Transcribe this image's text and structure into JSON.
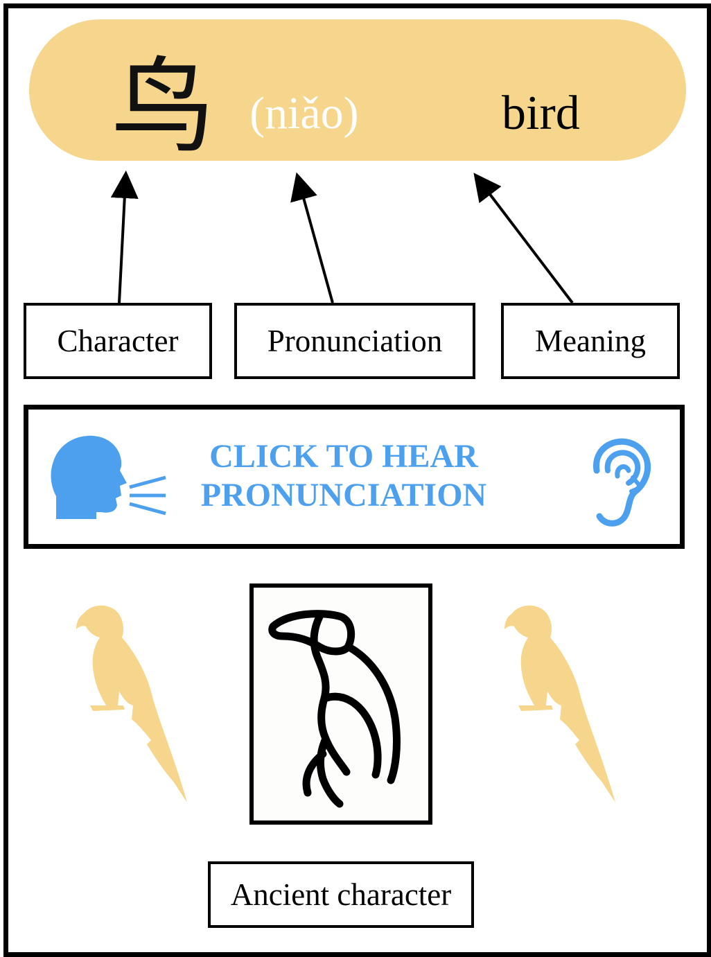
{
  "header": {
    "character": "鸟",
    "pinyin": "(niǎo)",
    "meaning": "bird"
  },
  "labels": {
    "character": "Character",
    "pronunciation": "Pronunciation",
    "meaning": "Meaning",
    "ancient": "Ancient character"
  },
  "audio_button": {
    "line1": "CLICK TO HEAR",
    "line2": "PRONUNCIATION",
    "left_icon": "speaking-head-icon",
    "right_icon": "ear-icon"
  },
  "decor": {
    "left_icon": "parrot-icon",
    "right_icon": "parrot-icon",
    "ancient_glyph": "oracle-bone-bird-glyph"
  },
  "colors": {
    "accent_yellow": "#f6d68d",
    "accent_blue": "#4da0ee",
    "pinyin_text": "#ffffff"
  }
}
